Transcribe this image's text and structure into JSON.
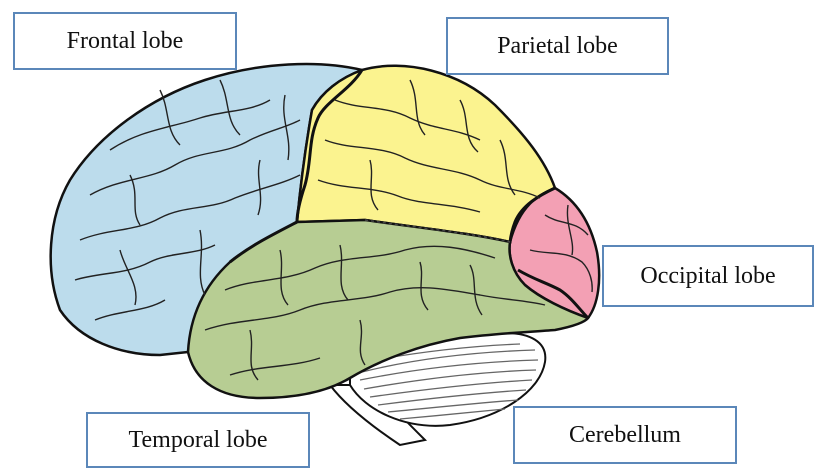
{
  "labels": {
    "frontal": "Frontal lobe",
    "parietal": "Parietal lobe",
    "occipital": "Occipital lobe",
    "temporal": "Temporal lobe",
    "cerebellum": "Cerebellum"
  },
  "colors": {
    "frontal": "#bcdcec",
    "parietal": "#fbf38f",
    "occipital": "#f3a0b4",
    "temporal": "#b7cd93",
    "cerebellum": "#ffffff",
    "outline": "#111111",
    "label_border": "#5b87b9"
  }
}
